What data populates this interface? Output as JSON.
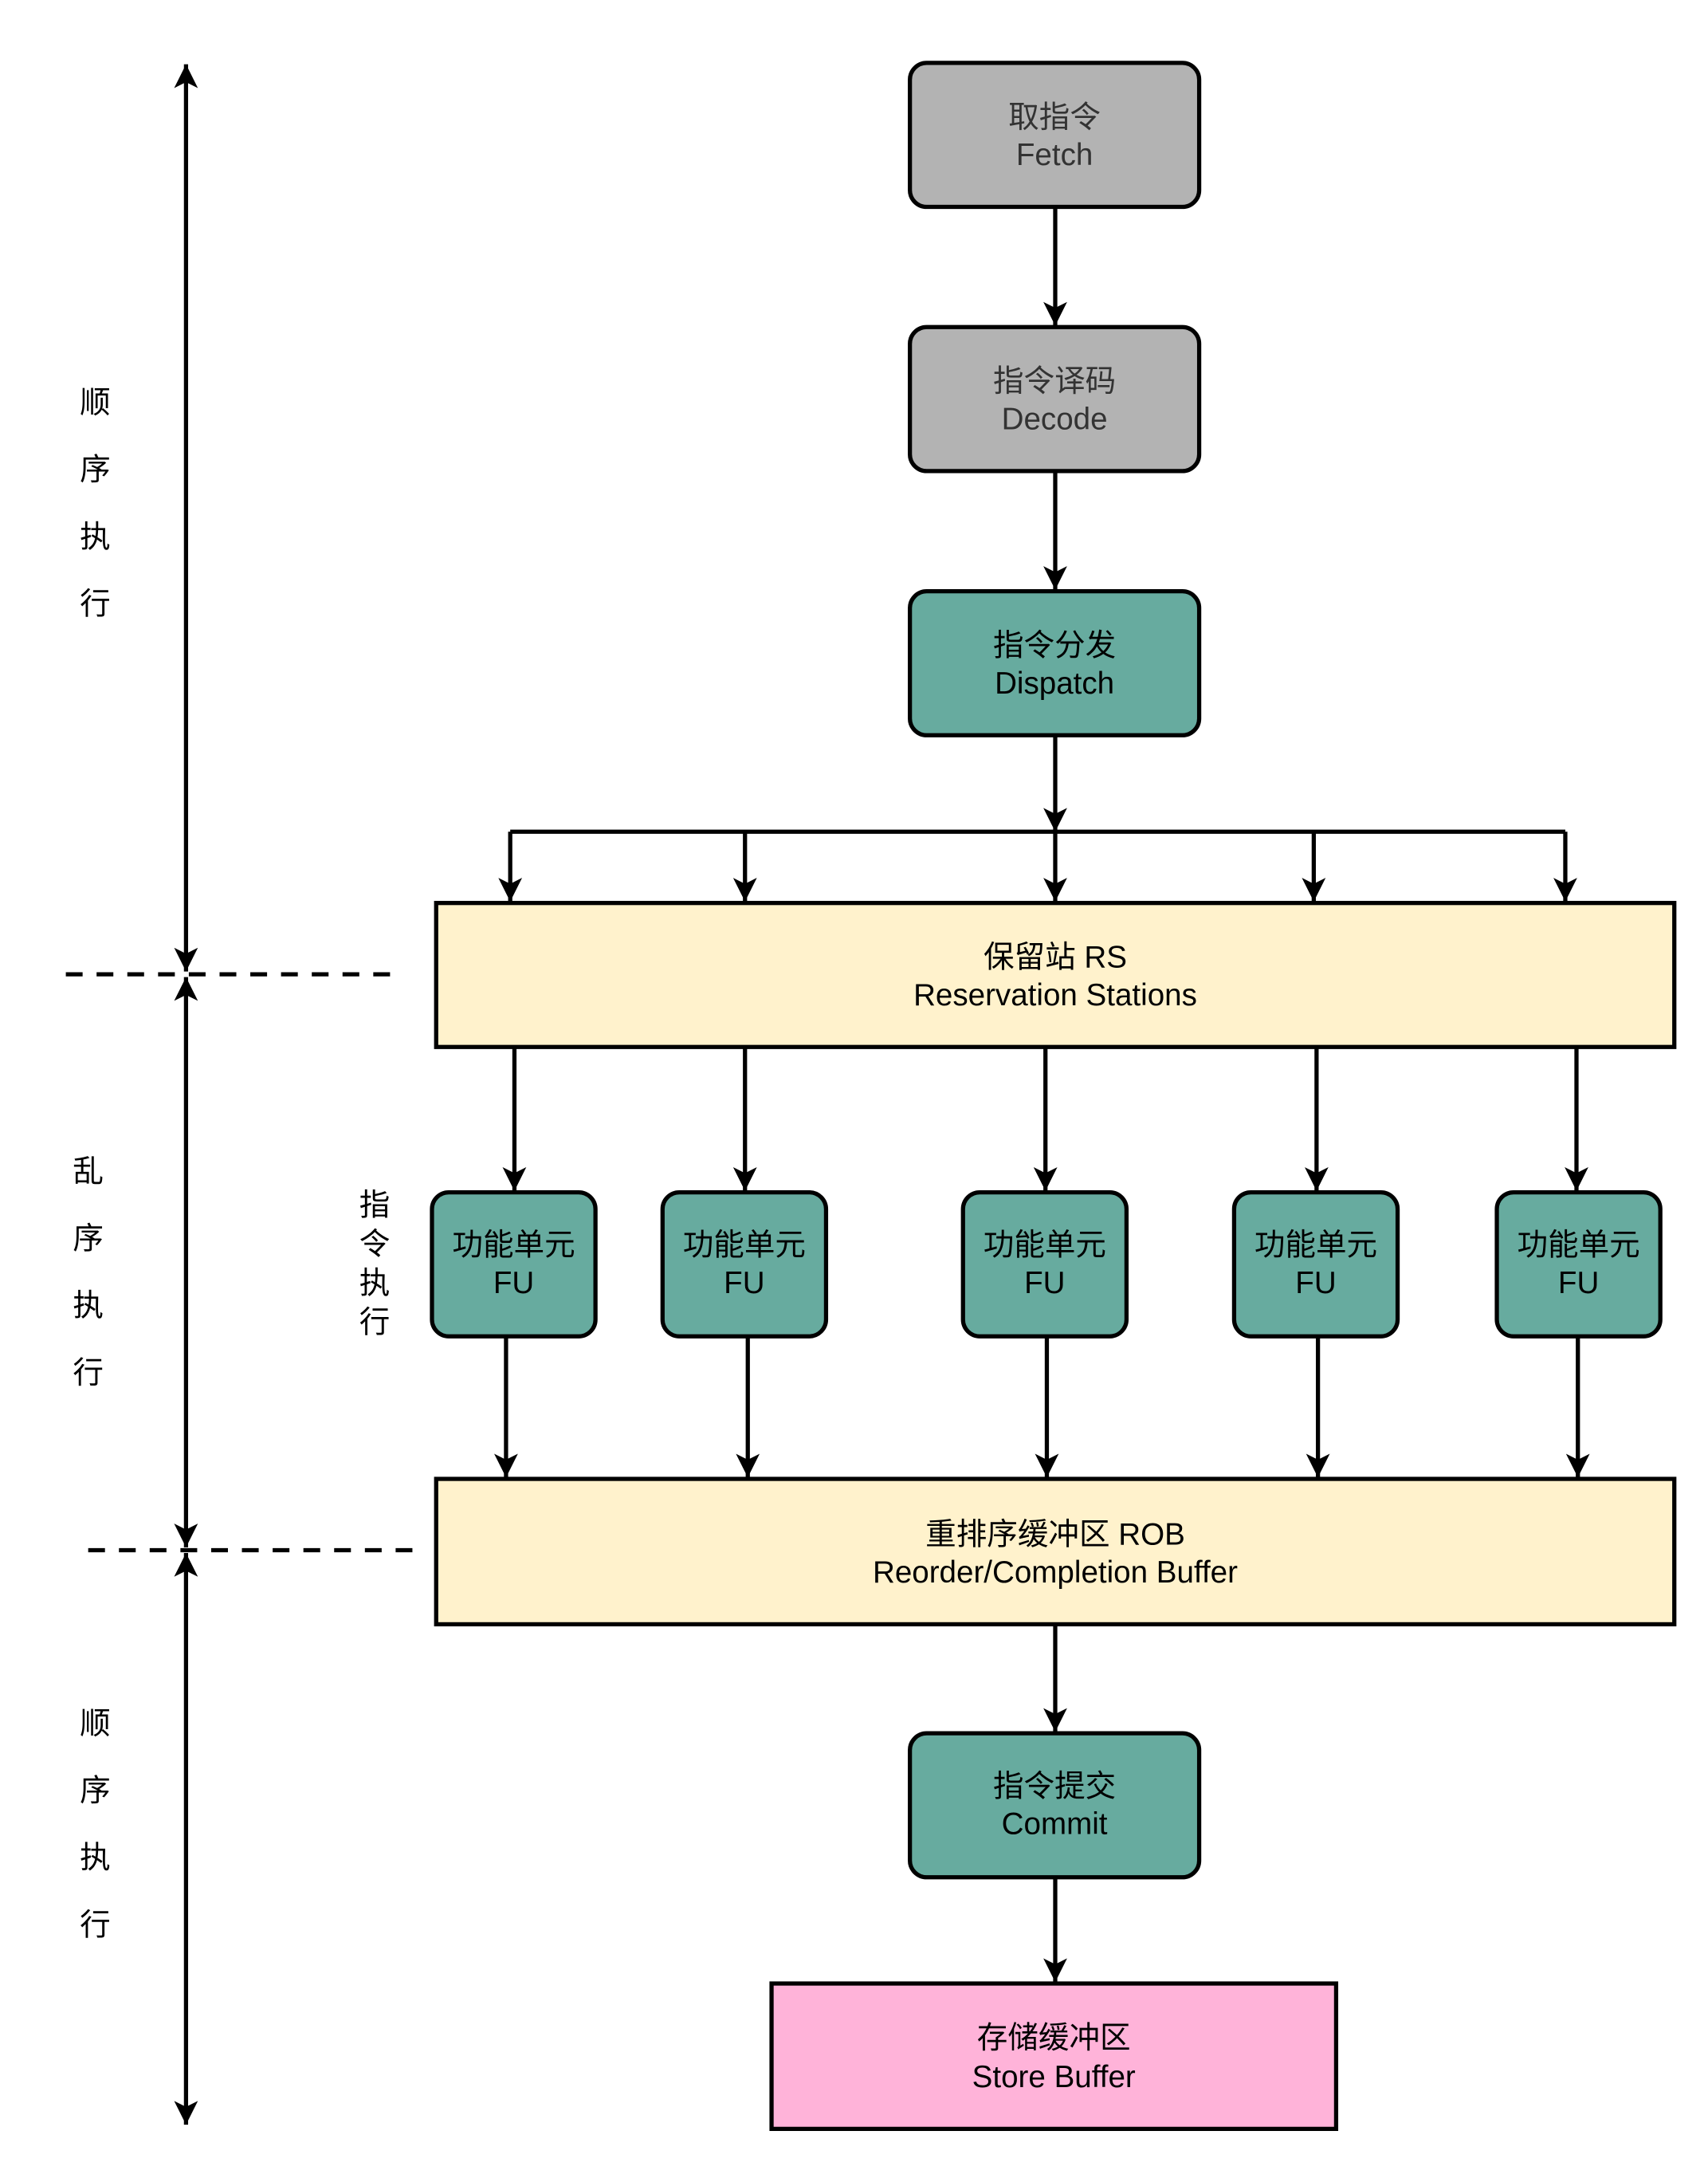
{
  "colors": {
    "fetch_decode_fill": "#b3b3b3",
    "stage_fill": "#67ab9f",
    "buffer_fill": "#fff2cc",
    "store_buffer_fill": "#ffb3d9",
    "line": "#000000",
    "muted_text": "#333333"
  },
  "phase_labels": [
    {
      "label": "顺序执行"
    },
    {
      "label": "乱序执行"
    },
    {
      "label": "顺序执行"
    }
  ],
  "execute_label": "指令执行",
  "stages": {
    "fetch": {
      "zh": "取指令",
      "en": "Fetch"
    },
    "decode": {
      "zh": "指令译码",
      "en": "Decode"
    },
    "dispatch": {
      "zh": "指令分发",
      "en": "Dispatch"
    },
    "reservation_stations": {
      "zh": "保留站 RS",
      "en": "Reservation Stations"
    },
    "functional_units": [
      {
        "zh": "功能单元",
        "en": "FU"
      },
      {
        "zh": "功能单元",
        "en": "FU"
      },
      {
        "zh": "功能单元",
        "en": "FU"
      },
      {
        "zh": "功能单元",
        "en": "FU"
      },
      {
        "zh": "功能单元",
        "en": "FU"
      }
    ],
    "reorder_buffer": {
      "zh": "重排序缓冲区 ROB",
      "en": "Reorder/Completion Buffer"
    },
    "commit": {
      "zh": "指令提交",
      "en": "Commit"
    },
    "store_buffer": {
      "zh": "存储缓冲区",
      "en": "Store Buffer"
    }
  }
}
